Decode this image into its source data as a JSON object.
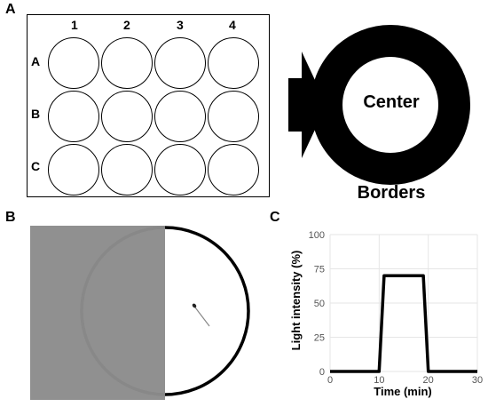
{
  "panels": {
    "a": {
      "label": "A"
    },
    "b": {
      "label": "B"
    },
    "c": {
      "label": "C"
    }
  },
  "plate": {
    "columns": [
      "1",
      "2",
      "3",
      "4"
    ],
    "rows": [
      "A",
      "B",
      "C"
    ]
  },
  "zones": {
    "center": "Center",
    "borders": "Borders"
  },
  "arena": {
    "shaded_fraction": 0.5,
    "shade_color": "#8c8c8c"
  },
  "chart_data": {
    "type": "line",
    "xlabel": "Time (min)",
    "ylabel": "Light intensity (%)",
    "xlim": [
      0,
      30
    ],
    "ylim": [
      0,
      100
    ],
    "xticks": [
      0,
      10,
      20,
      30
    ],
    "yticks": [
      0,
      25,
      50,
      75,
      100
    ],
    "grid": true,
    "series": [
      {
        "x": [
          0,
          10,
          11,
          19,
          20,
          30
        ],
        "y": [
          0,
          0,
          70,
          70,
          0,
          0
        ]
      }
    ]
  }
}
